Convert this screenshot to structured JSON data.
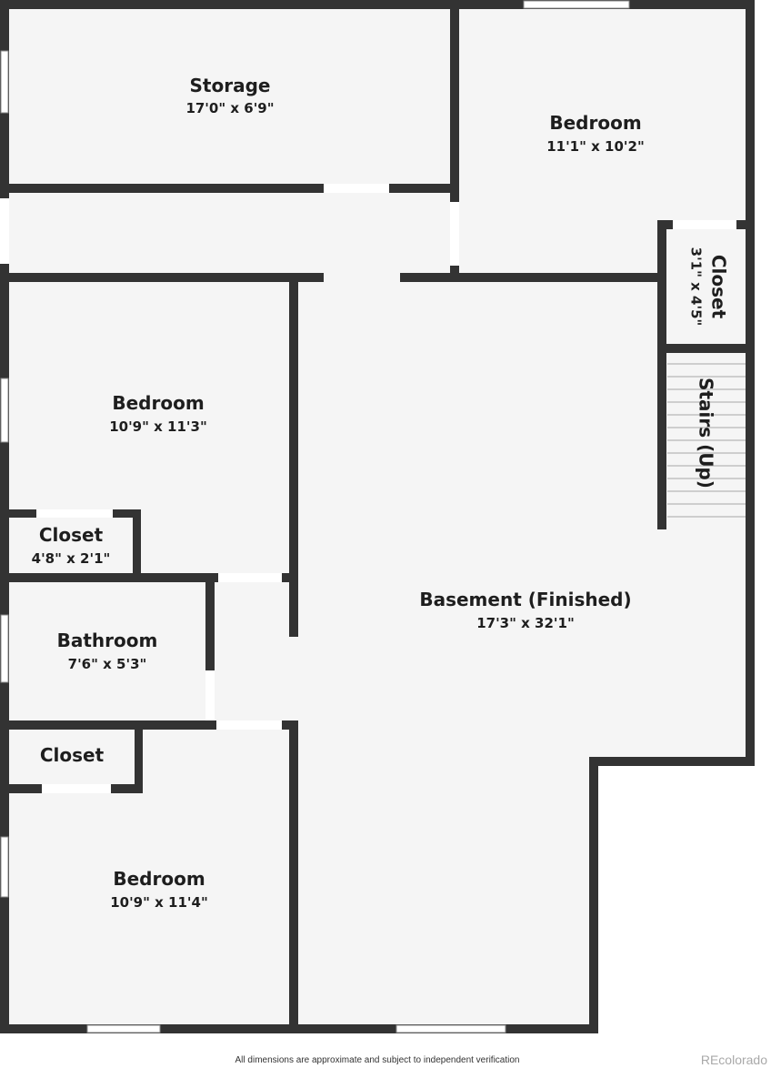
{
  "rooms": {
    "storage": {
      "name": "Storage",
      "dims": "17'0\" x 6'9\""
    },
    "bedroom_top_right": {
      "name": "Bedroom",
      "dims": "11'1\" x 10'2\""
    },
    "closet_right": {
      "name": "Closet",
      "dims": "3'1\" x 4'5\""
    },
    "stairs": {
      "name": "Stairs (Up)"
    },
    "bedroom_mid_left": {
      "name": "Bedroom",
      "dims": "10'9\" x 11'3\""
    },
    "closet_mid_left": {
      "name": "Closet",
      "dims": "4'8\" x 2'1\""
    },
    "bathroom": {
      "name": "Bathroom",
      "dims": "7'6\" x 5'3\""
    },
    "closet_lower_left": {
      "name": "Closet"
    },
    "bedroom_bottom_left": {
      "name": "Bedroom",
      "dims": "10'9\" x 11'4\""
    },
    "basement": {
      "name": "Basement (Finished)",
      "dims": "17'3\" x 32'1\""
    }
  },
  "footer": {
    "disclaimer": "All dimensions are approximate and subject to independent verification",
    "brand": "REcolorado"
  }
}
